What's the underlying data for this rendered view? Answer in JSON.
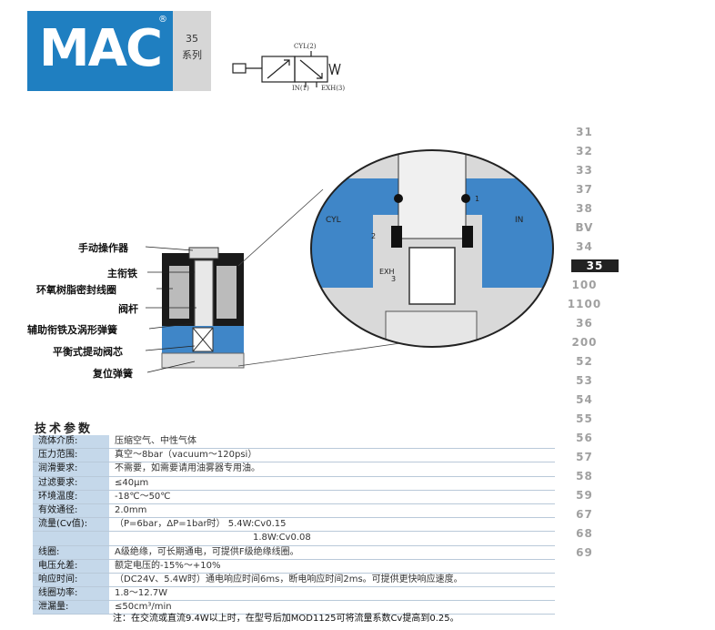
{
  "brand": {
    "logo": "MAC",
    "registered": "®",
    "series_number": "35",
    "series_label": "系列"
  },
  "valve_symbol": {
    "port_top": "CYL(2)",
    "port_bottom_left": "IN(1)",
    "port_bottom_right": "EXH(3)"
  },
  "diagram": {
    "labels": [
      "手动操作器",
      "主衔铁",
      "环氧树脂密封线圈",
      "阀杆",
      "辅助衔铁及涡形弹簧",
      "平衡式提动阀芯",
      "复位弹簧"
    ],
    "zoom_labels": {
      "cyl": "CYL",
      "in": "IN",
      "exh": "EXH",
      "port2": "2",
      "port1": "1",
      "port3": "3"
    }
  },
  "nav": {
    "items": [
      "31",
      "32",
      "33",
      "37",
      "38",
      "BV",
      "34",
      "35",
      "100",
      "1100",
      "36",
      "200",
      "52",
      "53",
      "54",
      "55",
      "56",
      "57",
      "58",
      "59",
      "67",
      "68",
      "69"
    ],
    "active": "35"
  },
  "specs": {
    "title": "技术参数",
    "rows": [
      {
        "key": "流体介质:",
        "value": "压缩空气、中性气体"
      },
      {
        "key": "压力范围:",
        "value": "真空～8bar（vacuum～120psi）"
      },
      {
        "key": "润滑要求:",
        "value": "不需要，如需要请用油雾器专用油。"
      },
      {
        "key": "过滤要求:",
        "value": "≤40μm"
      },
      {
        "key": "环境温度:",
        "value": "-18℃～50℃"
      },
      {
        "key": "有效通径:",
        "value": "2.0mm"
      },
      {
        "key": "流量(Cv值):",
        "value": "（P=6bar，ΔP=1bar时）     5.4W:Cv0.15"
      },
      {
        "key": "",
        "value": "1.8W:Cv0.08"
      },
      {
        "key": "线圈:",
        "value": "A级绝缘，可长期通电，可提供F级绝缘线圈。"
      },
      {
        "key": "电压允差:",
        "value": "额定电压的-15%～+10%"
      },
      {
        "key": "响应时间:",
        "value": "（DC24V、5.4W时）通电响应时间6ms，断电响应时间2ms。可提供更快响应速度。"
      },
      {
        "key": "线圈功率:",
        "value": "1.8～12.7W"
      },
      {
        "key": "泄漏量:",
        "value": "≤50cm³/min"
      }
    ],
    "footnote": "注：在交流或直流9.4W以上时，在型号后加MOD1125可将流量系数Cv提高到0.25。"
  },
  "colors": {
    "brand_blue": "#1f7fc1",
    "table_key_bg": "#c5d8ea",
    "valve_blue": "#3f86c8",
    "active_nav_bg": "#222222"
  }
}
